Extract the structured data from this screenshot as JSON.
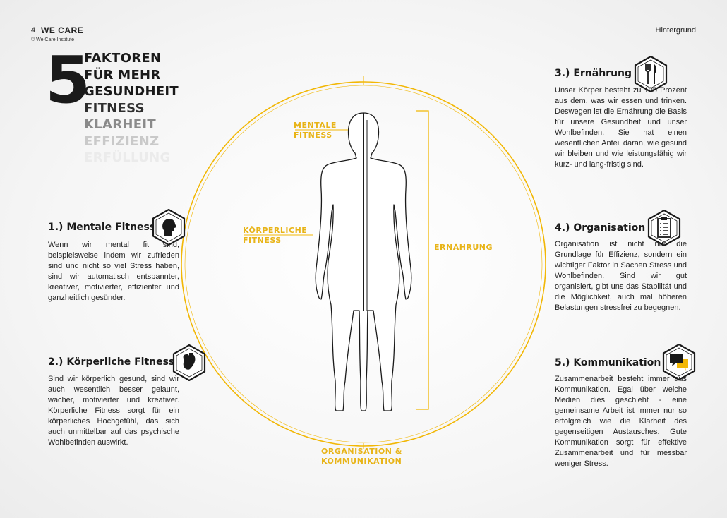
{
  "header": {
    "page_number": "4",
    "brand": "WE CARE",
    "copyright": "© We Care Institute",
    "section": "Hintergrund"
  },
  "headline": {
    "number": "5",
    "lines": [
      {
        "text": "FAKTOREN",
        "color": "#1a1a1a"
      },
      {
        "text": "FÜR MEHR",
        "color": "#1a1a1a"
      },
      {
        "text": "GESUNDHEIT",
        "color": "#1a1a1a"
      },
      {
        "text": "FITNESS",
        "color": "#2e2e2e"
      },
      {
        "text": "KLARHEIT",
        "color": "#8a8a8a"
      },
      {
        "text": "EFFIZIENZ",
        "color": "#c9c9c9"
      },
      {
        "text": "ERFÜLLUNG",
        "color": "#ebebeb"
      }
    ]
  },
  "colors": {
    "accent": "#f2b705",
    "dark": "#1a1a1a"
  },
  "figure_labels": {
    "mental": [
      "MENTALE",
      "FITNESS"
    ],
    "body": [
      "KÖRPERLICHE",
      "FITNESS"
    ],
    "nutrition": "ERNÄHRUNG",
    "org": [
      "ORGANISATION &",
      "KOMMUNIKATION"
    ]
  },
  "blocks": {
    "mental": {
      "title": "1.) Mentale Fitness",
      "icon": "head-icon",
      "text": "Wenn wir mental fit sind, beispielsweise indem wir zufrieden sind und nicht so viel Stress haben, sind wir automatisch entspannter, kreativer, motivierter, effizienter und ganzheitlich gesünder."
    },
    "physical": {
      "title": "2.) Körperliche Fitness",
      "icon": "heart-icon",
      "text": "Sind wir körperlich gesund, sind wir auch wesentlich besser gelaunt, wacher, motivierter und kreativer. Körperliche Fitness sorgt für ein körperliches Hochgefühl, das sich auch unmittelbar auf das psychische Wohlbefinden auswirkt."
    },
    "nutrition": {
      "title": "3.) Ernährung",
      "icon": "fork-knife-icon",
      "text": "Unser Körper besteht zu 100 Prozent aus dem, was wir essen und trinken. Deswegen ist die Ernährung die Basis für unsere Gesundheit und unser Wohlbefinden. Sie hat einen wesentlichen Anteil daran, wie gesund wir bleiben und wie leistungsfähig wir kurz- und lang-fristig sind."
    },
    "organisation": {
      "title": "4.) Organisation",
      "icon": "checklist-icon",
      "text": "Organisation ist nicht nur die Grundlage für Effizienz, sondern ein wichtiger Faktor in Sachen Stress und Wohlbefinden. Sind wir gut organisiert, gibt uns das Stabilität und die Möglichkeit, auch mal höheren Belastungen stressfrei zu begegnen."
    },
    "communication": {
      "title": "5.) Kommunikation",
      "icon": "speech-bubbles-icon",
      "text": "Zusammenarbeit besteht immer aus Kommunikation. Egal über welche Medien dies geschieht - eine gemeinsame Arbeit ist immer nur so erfolgreich wie die Klarheit des gegenseitigen Austausches. Gute Kommunikation sorgt für effektive Zusammenarbeit und für messbar weniger Stress."
    }
  }
}
